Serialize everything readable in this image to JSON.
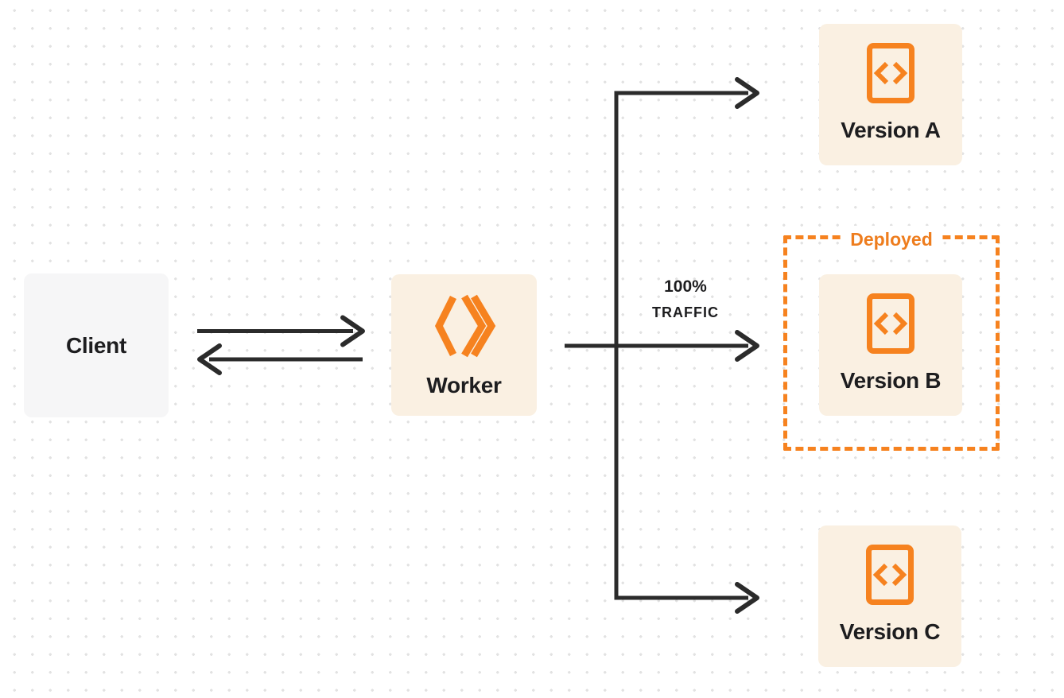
{
  "nodes": {
    "client": {
      "label": "Client"
    },
    "worker": {
      "label": "Worker",
      "icon": "workers-logo-icon"
    },
    "version_a": {
      "label": "Version A",
      "icon": "code-document-icon"
    },
    "version_b": {
      "label": "Version B",
      "icon": "code-document-icon"
    },
    "version_c": {
      "label": "Version C",
      "icon": "code-document-icon"
    }
  },
  "annotations": {
    "deployed_label": "Deployed",
    "traffic_label_line1": "100%",
    "traffic_label_line2": "TRAFFIC"
  },
  "edges": [
    {
      "name": "client-to-worker",
      "from": "client",
      "to": "worker",
      "direction": "right"
    },
    {
      "name": "worker-to-client",
      "from": "worker",
      "to": "client",
      "direction": "left"
    },
    {
      "name": "worker-to-version-a",
      "from": "worker",
      "to": "version_a"
    },
    {
      "name": "worker-to-version-b",
      "from": "worker",
      "to": "version_b",
      "label": "100% TRAFFIC"
    },
    {
      "name": "worker-to-version-c",
      "from": "worker",
      "to": "version_c"
    }
  ],
  "colors": {
    "orange": "#F6821F",
    "deployed_text_orange": "#EE7D1E",
    "node_cream_bg": "#FAF0E2",
    "client_gray_bg": "#F6F6F7",
    "arrow_dark": "#2B2B2B",
    "text_dark": "#1D1D1F",
    "dot_grid": "#E2E2E2",
    "background": "#FFFFFF"
  }
}
